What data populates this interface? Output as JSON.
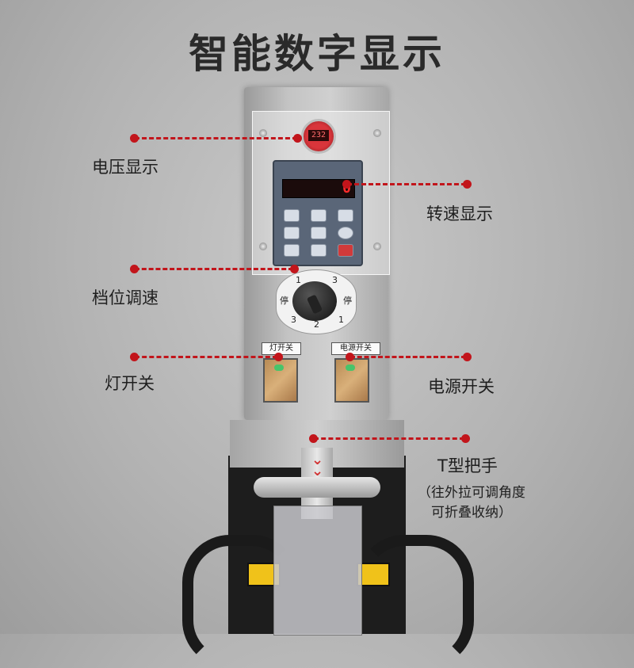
{
  "heading": "智能数字显示",
  "callouts": {
    "voltage": "电压显示",
    "speed": "转速显示",
    "gear": "档位调速",
    "light": "灯开关",
    "power": "电源开关",
    "t_handle": "T型把手",
    "t_handle_note_1": "（往外拉可调角度",
    "t_handle_note_2": "可折叠收纳）"
  },
  "panel": {
    "voltmeter_reading": "232",
    "vfd_reading": "0",
    "knob_marks": {
      "stop_left": "停",
      "stop_right": "停",
      "one_top": "1",
      "three_top": "3",
      "three_bottom": "3",
      "two_bottom": "2",
      "one_bottom": "1"
    },
    "light_switch_label": "灯开关",
    "power_switch_label": "电源开关"
  },
  "colors": {
    "callout_red": "#c2151b",
    "led_green": "#48c46a",
    "display_red": "#ff2b2b"
  }
}
